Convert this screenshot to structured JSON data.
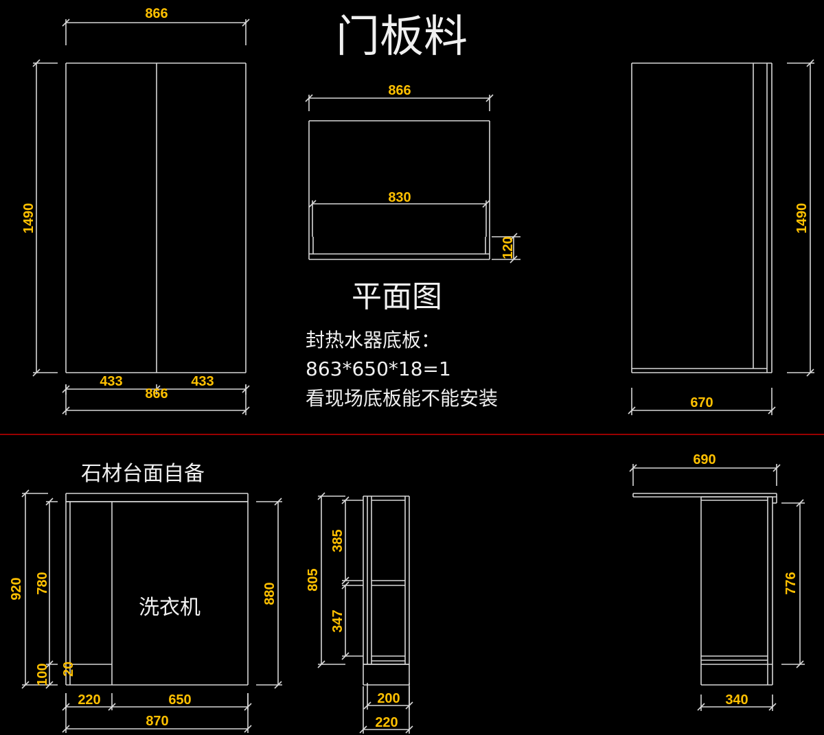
{
  "title": "门板料",
  "colors": {
    "background": "#000000",
    "lines": "#d8d8d8",
    "dimensions": "#ffc000",
    "divider": "#cc0000"
  },
  "top_section": {
    "front_elevation": {
      "width_total": "866",
      "height": "1490",
      "left_panel": "433",
      "right_panel": "433",
      "width_bottom": "866"
    },
    "plan": {
      "label": "平面图",
      "width_total": "866",
      "inner_width": "830",
      "depth": "120"
    },
    "note": {
      "line1": "封热水器底板：",
      "line2": "863*650*18=1",
      "line3": "看现场底板能不能安装"
    },
    "side_elevation": {
      "height": "1490",
      "width": "670"
    }
  },
  "bottom_section": {
    "countertop_note": "石材台面自备",
    "front": {
      "label": "洗衣机",
      "total_height": "920",
      "cabinet_height": "780",
      "base_height": "100",
      "gap": "20",
      "right_height": "880",
      "left_width": "220",
      "right_width": "650",
      "total_width": "870"
    },
    "side_cabinet": {
      "total_height": "805",
      "upper_shelf": "385",
      "lower_shelf": "347",
      "inner_depth": "200",
      "outer_depth": "220"
    },
    "right_side": {
      "top_width": "690",
      "height": "776",
      "depth": "340"
    }
  }
}
